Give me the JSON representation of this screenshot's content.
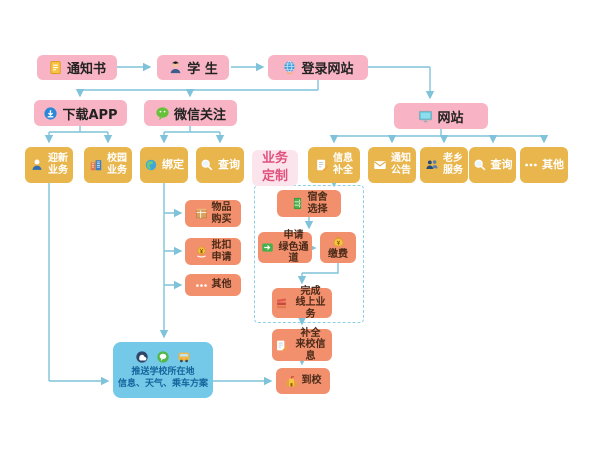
{
  "diagram": "student-enrollment-flowchart",
  "colors": {
    "pink_node": "#f8b4c4",
    "gold_node": "#e9b64d",
    "orange_node": "#f2906e",
    "blue_node": "#74c9e8",
    "arrow": "#7fc3da",
    "dashed_border": "#8ccfe4",
    "biz_label_text": "#e0527e"
  },
  "nodes": {
    "notice": {
      "label": "通知书",
      "icon": "document-icon"
    },
    "student": {
      "label": "学 生",
      "icon": "student-icon"
    },
    "login": {
      "label": "登录网站",
      "icon": "globe-icon"
    },
    "download_app": {
      "label": "下载APP",
      "icon": "app-download-icon"
    },
    "wechat_follow": {
      "label": "微信关注",
      "icon": "wechat-icon"
    },
    "website": {
      "label": "网站",
      "icon": "monitor-icon"
    },
    "welcome_service": {
      "label": "迎新\n业务",
      "icon": "person-icon"
    },
    "campus_service": {
      "label": "校园\n业务",
      "icon": "campus-building-icon"
    },
    "bind": {
      "label": "绑定",
      "icon": "earth-icon"
    },
    "query_wechat": {
      "label": "查询",
      "icon": "magnifier-icon"
    },
    "biz_custom": {
      "label": "业务\n定制"
    },
    "info_complete": {
      "label": "信息\n补全",
      "icon": "form-pencil-icon"
    },
    "notice_announce": {
      "label": "通知\n公告",
      "icon": "mail-icon"
    },
    "hometown_service": {
      "label": "老乡\n服务",
      "icon": "people-icon"
    },
    "query_web": {
      "label": "查询",
      "icon": "magnifier-icon"
    },
    "other_web": {
      "label": "其他",
      "icon": "dots-icon"
    },
    "item_purchase": {
      "label": "物品\n购买",
      "icon": "parcel-icon"
    },
    "batch_deduct": {
      "label": "批扣\n申请",
      "icon": "coins-icon"
    },
    "other_biz": {
      "label": "其他",
      "icon": "dots-icon"
    },
    "dorm_select": {
      "label": "宿舍\n选择",
      "icon": "cabinet-icon"
    },
    "green_channel": {
      "label": "申请\n绿色通道",
      "icon": "green-channel-icon"
    },
    "pay": {
      "label": "缴费",
      "icon": "moneybag-icon"
    },
    "finish_online": {
      "label": "完成\n线上业务",
      "icon": "red-book-icon"
    },
    "arrival_info": {
      "label": "补全\n来校信息",
      "icon": "form-pencil-icon"
    },
    "arrive": {
      "label": "到校",
      "icon": "school-icon"
    },
    "push_info": {
      "label": "推送学校所在地\n信息、天气、乘车方案",
      "icons": [
        "weather-icon",
        "chat-icon",
        "bus-icon"
      ]
    }
  }
}
